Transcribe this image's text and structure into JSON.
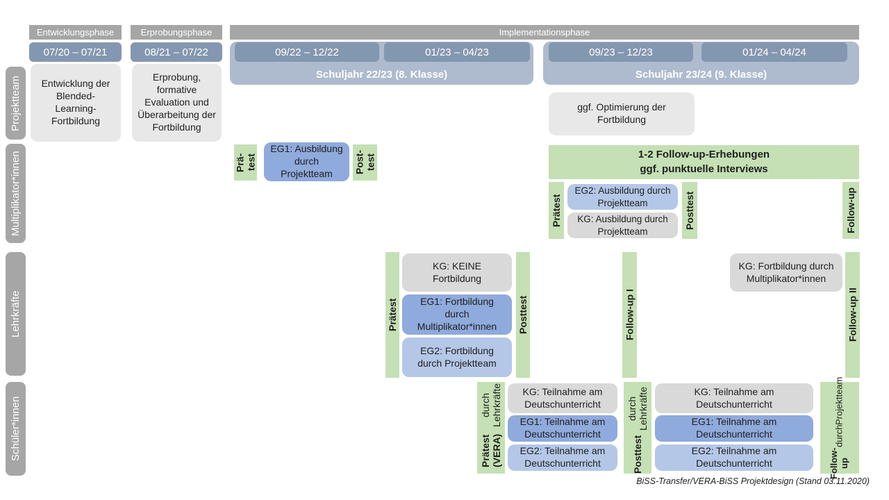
{
  "header": {
    "phases": [
      {
        "label": "Entwicklungsphase"
      },
      {
        "label": "Erprobungsphase"
      },
      {
        "label": "Implementationsphase"
      }
    ],
    "periods": [
      "07/20 – 07/21",
      "08/21 – 07/22",
      "09/22 – 12/22",
      "01/23 – 04/23",
      "09/23 – 12/23",
      "01/24 – 04/24"
    ],
    "school_years": [
      "Schuljahr 22/23 (8. Klasse)",
      "Schuljahr 23/24 (9. Klasse)"
    ]
  },
  "row_labels": [
    "Projektteam",
    "Multiplikator*innen",
    "Lehrkräfte",
    "Schüler*innen"
  ],
  "projektteam": {
    "development": "Entwicklung der Blended-Learning-Fortbildung",
    "evaluation": "Erprobung, formative Evaluation und Überarbeitung der Fortbildung",
    "optimization": "ggf. Optimierung der Fortbildung"
  },
  "multiplikatoren": {
    "pretest_split": "Prä-\ntest",
    "eg1": "EG1: Ausbildung durch Projektteam",
    "posttest_split": "Post-\ntest",
    "followup_survey": "1-2 Follow-up-Erhebungen\nggf. punktuelle Interviews",
    "pretest": "Prätest",
    "eg2": "EG2: Ausbildung durch Projektteam",
    "kg": "KG: Ausbildung durch Projektteam",
    "posttest": "Posttest",
    "followup": "Follow-up"
  },
  "lehrkraefte": {
    "pretest": "Prätest",
    "kg": "KG: KEINE Fortbildung",
    "eg1": "EG1: Fortbildung durch Multiplikator*innen",
    "eg2": "EG2: Fortbildung durch Projektteam",
    "posttest": "Posttest",
    "followup1": "Follow-up I",
    "kg_followup": "KG: Fortbildung durch Multiplikator*innen",
    "followup2": "Follow-up II"
  },
  "schueler": {
    "pretest_main": "Prätest (VERA)",
    "pretest_sub": "durch Lehrkräfte",
    "kg": "KG: Teilnahme am Deutschunterricht",
    "eg1": "EG1: Teilnahme am Deutschunterricht",
    "eg2": "EG2: Teilnahme am Deutschunterricht",
    "posttest_main": "Posttest",
    "posttest_sub": "durch Lehrkräfte",
    "followup_main": "Follow-up",
    "followup_sub1": "durch",
    "followup_sub2": "Projektteam"
  },
  "caption": "BiSS-Transfer/VERA-BiSS Projektdesign (Stand 03.11.2020)",
  "colors": {
    "phase_bar": "#a6a6a6",
    "period_bar": "#8497b0",
    "school_year_bar": "#aebace",
    "row_label_bar": "#a6a6a6",
    "green_test": "#c5e0b4",
    "eg1_blue": "#8faadc",
    "eg2_blue": "#b4c7e7",
    "kg_gray": "#d9d9d9",
    "light_gray_box": "#e9e8e8"
  }
}
